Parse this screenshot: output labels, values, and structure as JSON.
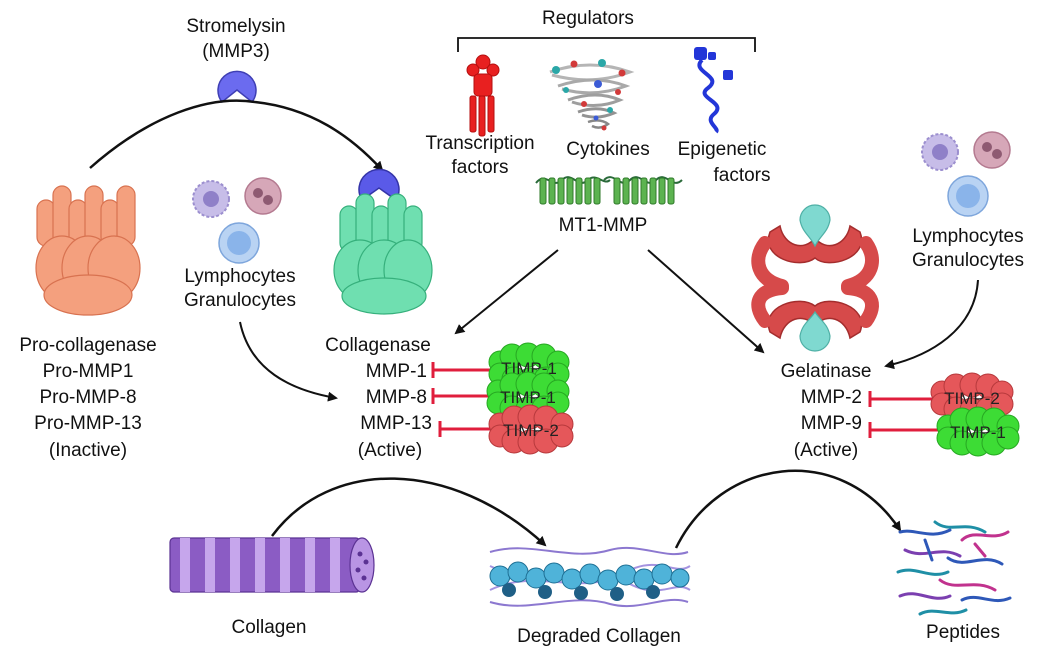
{
  "regulators": {
    "title": "Regulators",
    "transcription": [
      "Transcription",
      "factors"
    ],
    "cytokines": "Cytokines",
    "epigenetic": [
      "Epigenetic",
      "factors"
    ]
  },
  "mt1": "MT1-MMP",
  "stromelysin": [
    "Stromelysin",
    "(MMP3)"
  ],
  "pro": [
    "Pro-collagenase",
    "Pro-MMP1",
    "Pro-MMP-8",
    "Pro-MMP-13",
    "(Inactive)"
  ],
  "cells_left": [
    "Lymphocytes",
    "Granulocytes"
  ],
  "cells_right": [
    "Lymphocytes",
    "Granulocytes"
  ],
  "collagenase": {
    "title": "Collagenase",
    "items": [
      "MMP-1",
      "MMP-8",
      "MMP-13"
    ],
    "state": "(Active)",
    "timps": [
      "TIMP-1",
      "TIMP-1",
      "TIMP-2"
    ]
  },
  "gelatinase": {
    "title": "Gelatinase",
    "items": [
      "MMP-2",
      "MMP-9"
    ],
    "state": "(Active)",
    "timps": [
      "TIMP-2",
      "TIMP-1"
    ]
  },
  "bottom": {
    "collagen": "Collagen",
    "degraded": "Degraded Collagen",
    "peptides": "Peptides"
  },
  "colors": {
    "inhibitor_line": "#e01e3c",
    "timp_green": "#3ddc35",
    "timp_red": "#e5575a",
    "pro_enzyme": "#f4a07e",
    "active_enzyme": "#6fdfb0",
    "mmp3": "#6b6bef",
    "gelatinase": "#d64a4a",
    "collagen": "#9a6ad0"
  }
}
